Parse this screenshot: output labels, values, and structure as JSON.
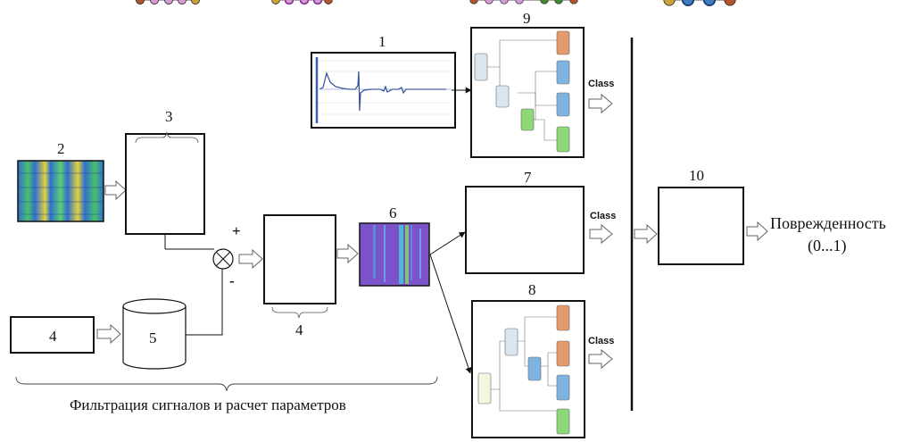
{
  "labels": {
    "n1": "1",
    "n2": "2",
    "n3": "3",
    "n4_net": "4",
    "n4_box": "4",
    "n5": "5",
    "n6": "6",
    "n7": "7",
    "n8": "8",
    "n9": "9",
    "n10": "10",
    "plus": "+",
    "minus": "-",
    "class_9": "Class",
    "class_7": "Class",
    "class_8": "Class",
    "output_line1": "Поврежденность",
    "output_line2": "(0...1)",
    "caption": "Фильтрация сигналов и расчет параметров"
  },
  "colors": {
    "input_node": "#c9a23a",
    "hidden_node": "#d79ad6",
    "output_node": "#b5532c",
    "dense_node": "#3f8a2e",
    "blue_node": "#3f7fc0",
    "spectrogram_bg": "#3a7fd0",
    "scalogram_bg": "#7c52c9",
    "tree_orange": "#e39b6b",
    "tree_blue": "#7fb3e0",
    "tree_green": "#8fd87a",
    "tree_gray": "#dbe6f0"
  }
}
